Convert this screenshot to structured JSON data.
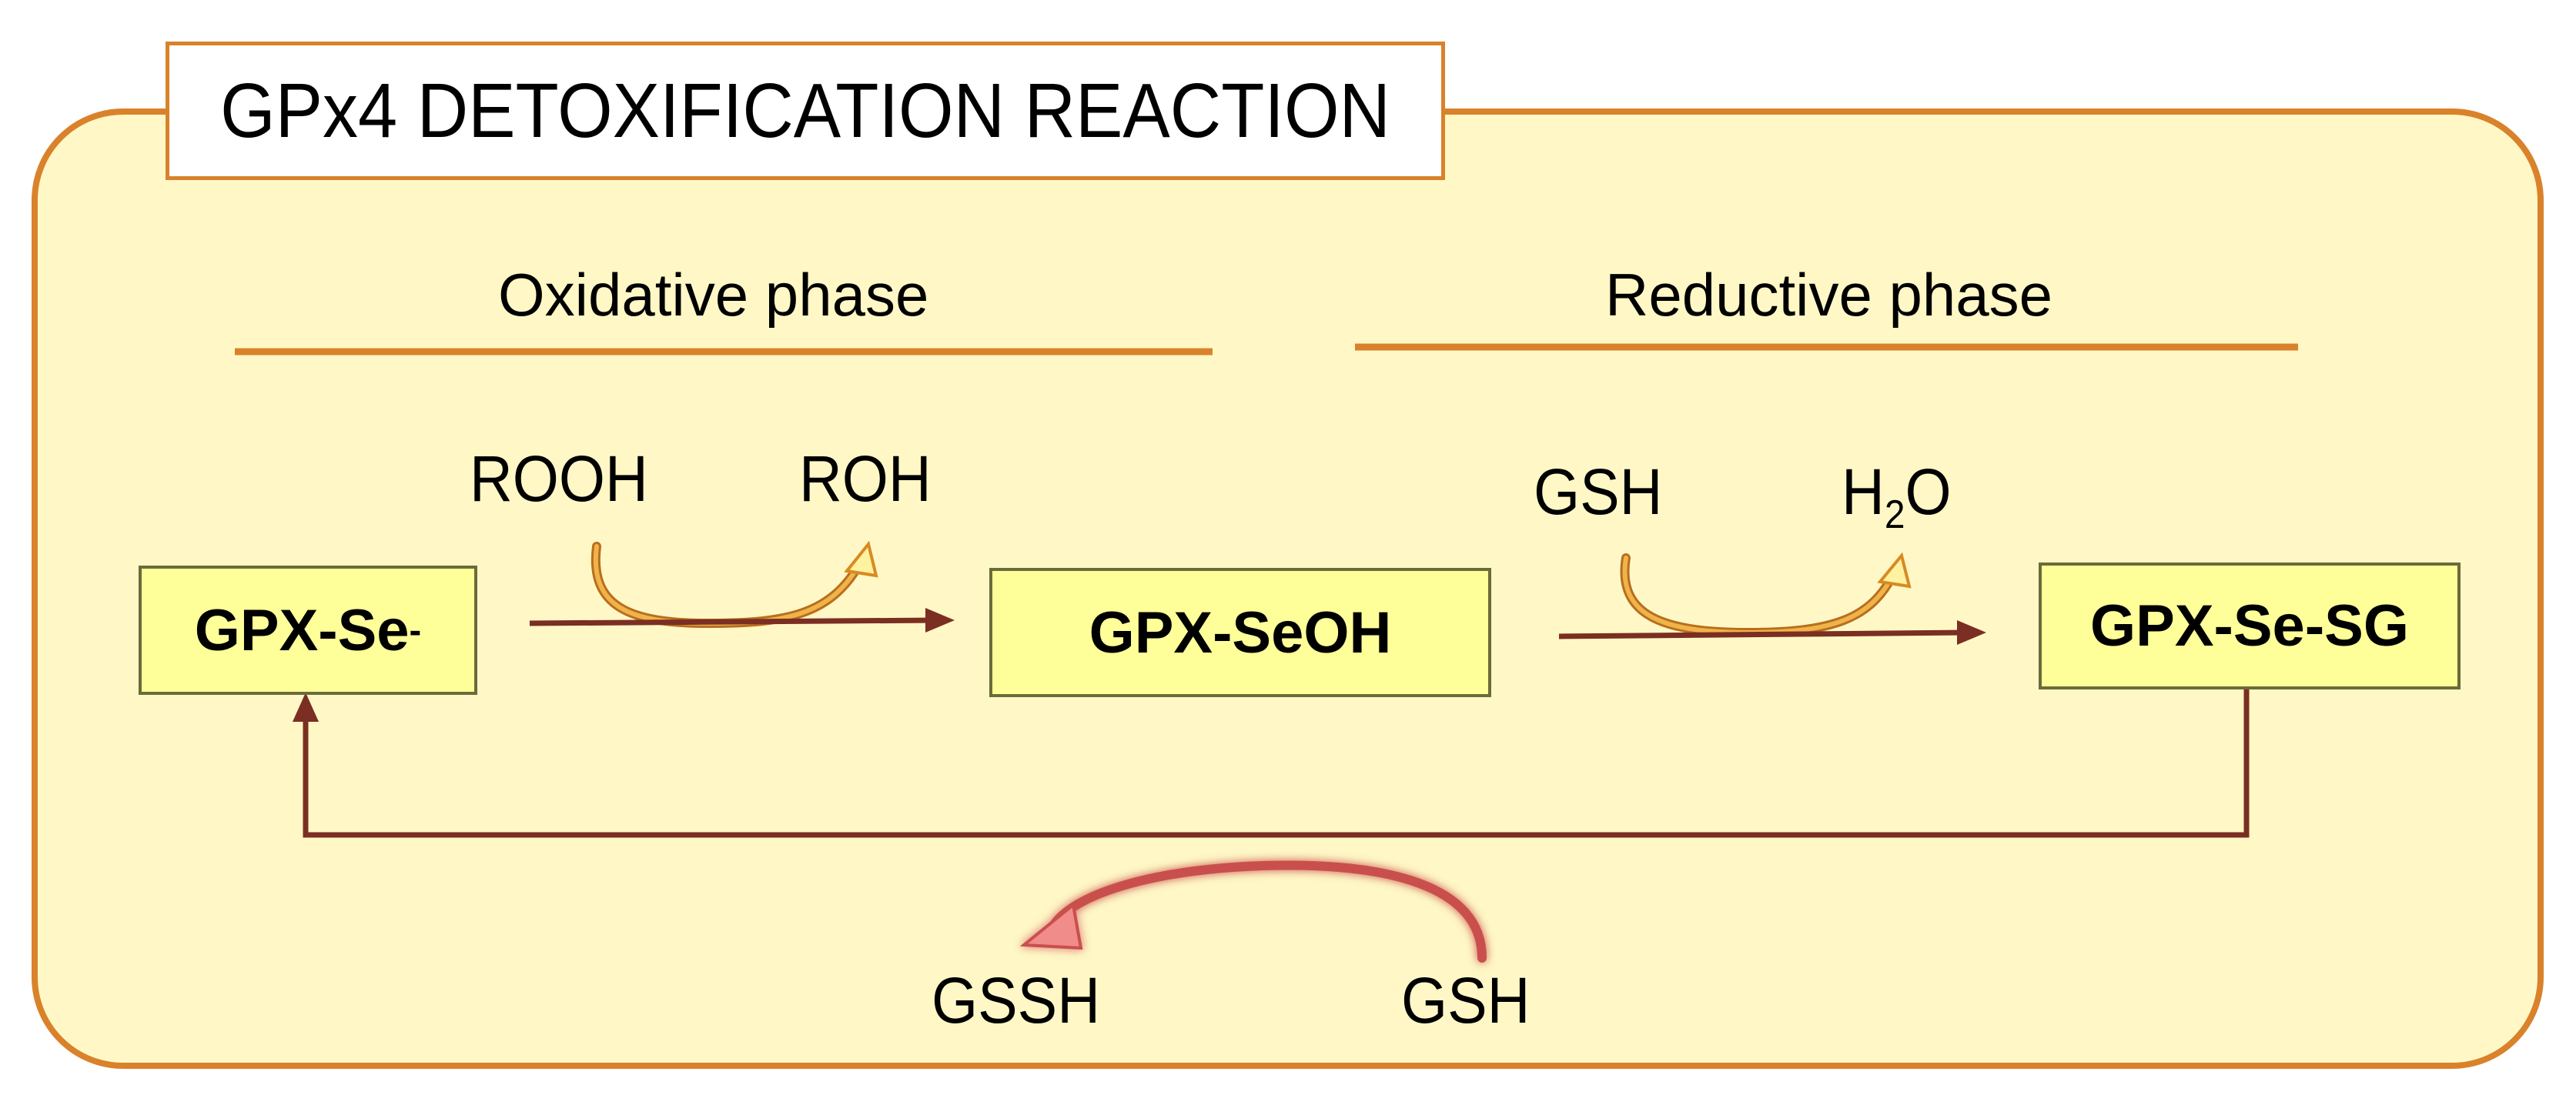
{
  "title": "GPx4 DETOXIFICATION REACTION",
  "phases": {
    "oxidative": "Oxidative phase",
    "reductive": "Reductive phase"
  },
  "nodes": {
    "se": {
      "text": "GPX-Se",
      "sup": "-"
    },
    "seoh": {
      "text": "GPX-SeOH"
    },
    "sesg": {
      "text": "GPX-Se-SG"
    }
  },
  "reagents": {
    "rooh": "ROOH",
    "roh": "ROH",
    "gsh_top": "GSH",
    "h2o": {
      "h": "H",
      "sub": "2",
      "o": "O"
    },
    "gssh": "GSSH",
    "gsh_bottom": "GSH"
  },
  "colors": {
    "panel_fill": "#FFF8C6",
    "panel_border": "#D9822B",
    "node_fill": "#FFFF99",
    "main_arrow": "#7B2E22",
    "side_arrow": "#E39A34",
    "recycle_arrow": "#D9605E"
  }
}
